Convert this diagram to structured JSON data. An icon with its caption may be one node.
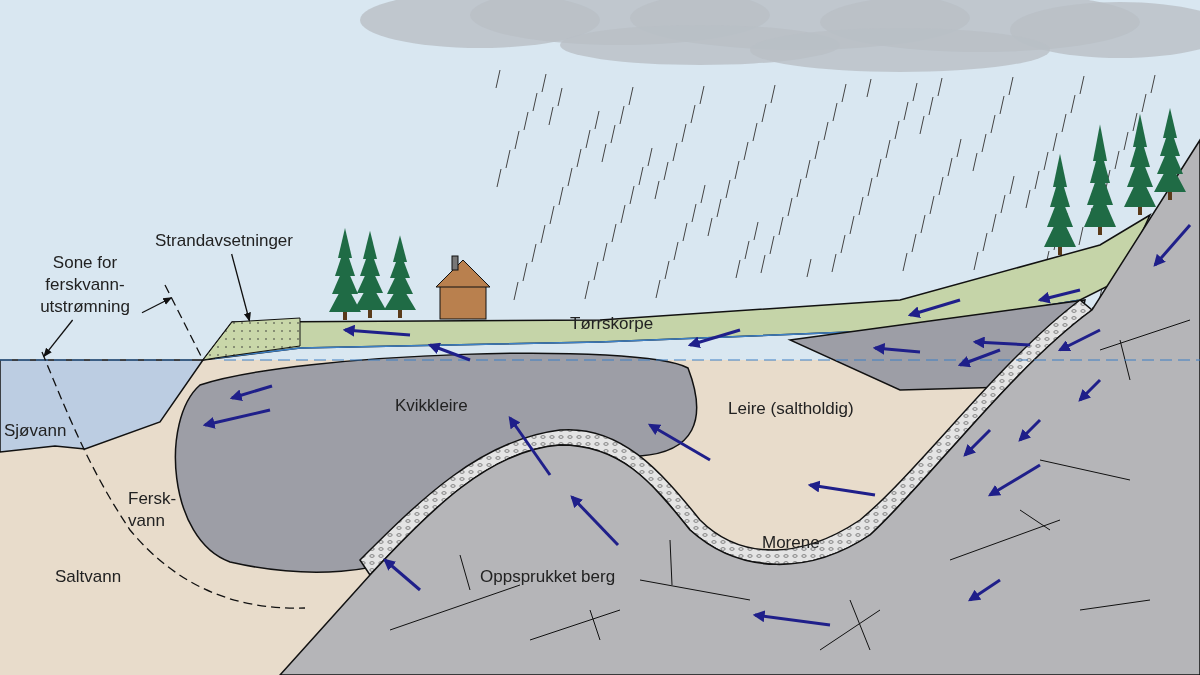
{
  "diagram": {
    "nodes": [
      {
        "text": [
          "Strandavsetninger"
        ]
      },
      {
        "text": [],
        "shape": "picture"
      },
      {
        "text": [
          "Sone for ferskvann-utstrømning"
        ]
      },
      {
        "text": [],
        "shape": "line"
      },
      {
        "text": [],
        "shape": "line"
      }
    ],
    "edges": [
      {
        "from": 0,
        "to": 1,
        "arrow": "to"
      },
      {
        "from": 2,
        "to": 3,
        "arrow": "to"
      },
      {
        "from": 2,
        "to": 4,
        "arrow": "to"
      }
    ],
    "labels": [
      "Tørrskorpe",
      "Kvikkleire",
      "Leire (saltholdig)",
      "Sjøvann",
      "Fersk-vann",
      "Saltvann",
      "Morene",
      "Oppsprukket berg"
    ]
  }
}
